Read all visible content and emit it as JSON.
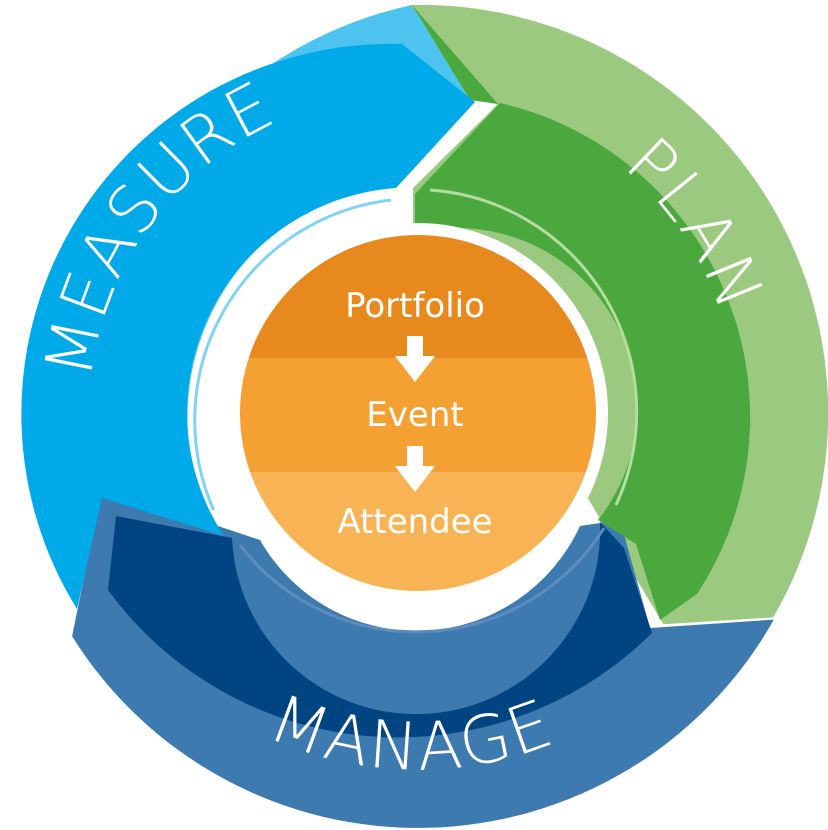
{
  "cycle": {
    "segments": [
      {
        "key": "measure",
        "label": "MEASURE",
        "outer_color": "#4DC3EF",
        "inner_color": "#00A9E8"
      },
      {
        "key": "plan",
        "label": "PLAN",
        "outer_color": "#9BC97F",
        "inner_color": "#4BA83F"
      },
      {
        "key": "manage",
        "label": "MANAGE",
        "outer_color": "#3D7AB0",
        "inner_color": "#004481"
      }
    ]
  },
  "core": {
    "levels": [
      {
        "label": "Portfolio",
        "color": "#E8891D"
      },
      {
        "label": "Event",
        "color": "#F5A033"
      },
      {
        "label": "Attendee",
        "color": "#F8B454"
      }
    ]
  }
}
